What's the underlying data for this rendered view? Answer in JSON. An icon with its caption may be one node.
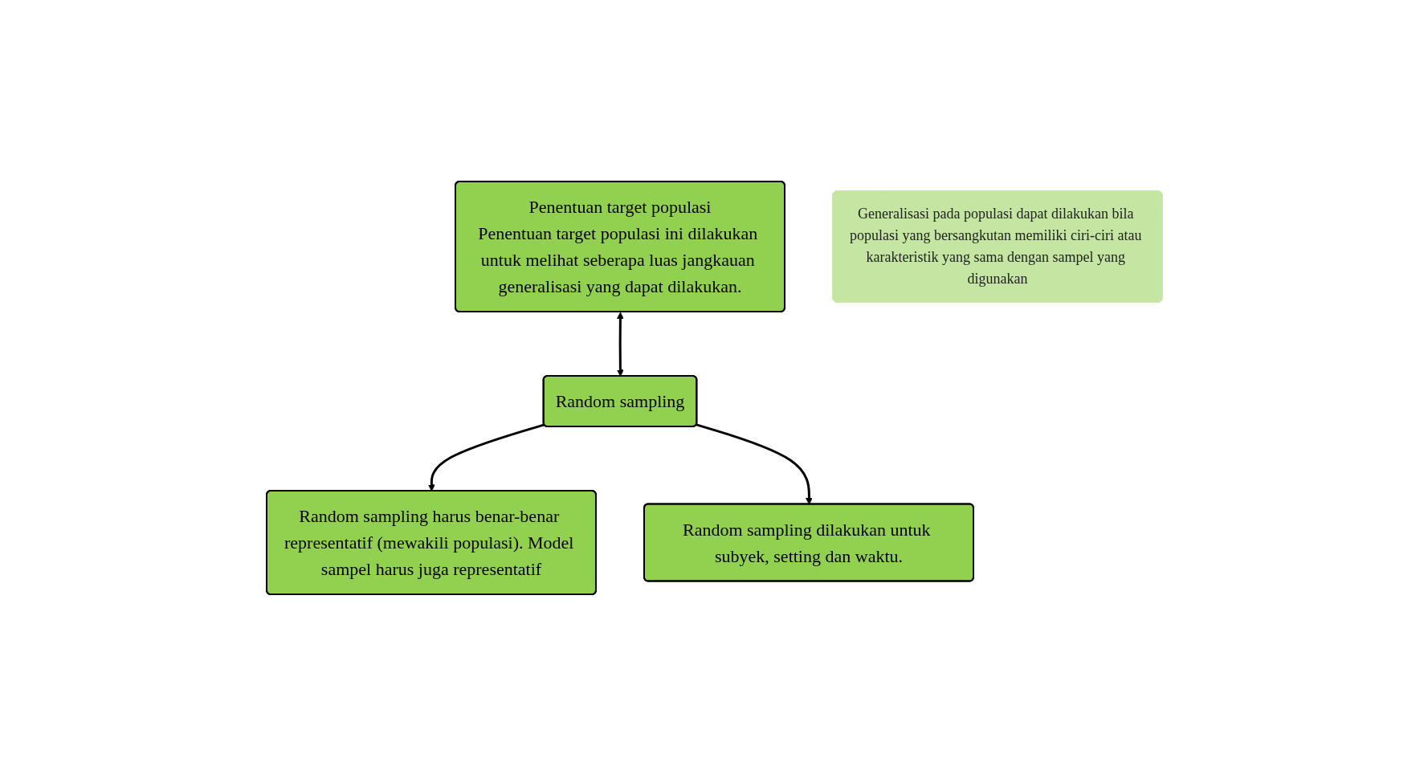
{
  "diagram": {
    "nodes": [
      {
        "text": [
          "Random sampling"
        ]
      },
      {
        "text": [
          "Random sampling harus benar-benar representatif (mewakili populasi). Model sampel harus juga representatif"
        ]
      },
      {
        "text": [
          "Random sampling dilakukan untuk subyek, setting dan waktu."
        ]
      },
      {
        "text": [
          "Penentuan target populasi",
          "Penentuan target populasi ini dilakukan untuk melihat seberapa luas jangkauan generalisasi yang dapat dilakukan."
        ]
      },
      {
        "text": [
          "Generalisasi pada populasi dapat dilakukan bila populasi yang bersangkutan memiliki ciri-ciri atau karakteristik yang sama dengan sampel yang digunakan"
        ]
      }
    ],
    "edges": [
      {
        "from": 0,
        "to": 1,
        "arrow": "to"
      },
      {
        "from": 0,
        "to": 2,
        "arrow": "to"
      },
      {
        "from": 3,
        "to": 0,
        "arrow": "both"
      }
    ]
  }
}
